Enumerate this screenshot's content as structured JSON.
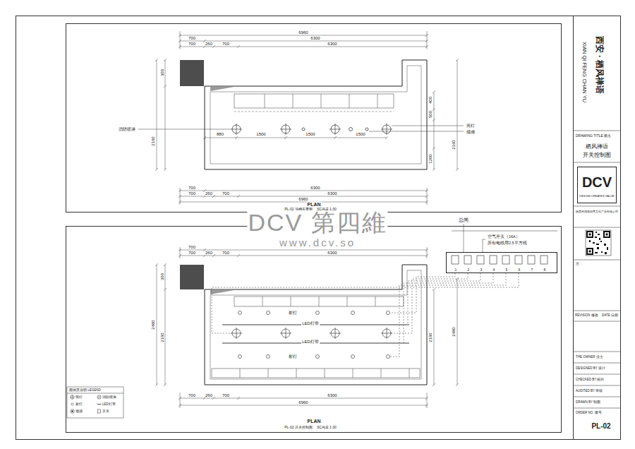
{
  "diagram": {
    "nodes": [
      {
        "text": [
          "XIAN QI FENG CHAN YU",
          "西安 · 栖风禅语"
        ]
      },
      {
        "text": [
          "DRAWING TITLE 图名",
          "栖风禅语",
          "开关控制图"
        ]
      },
      {
        "text": [
          "DCV",
          "DESIGN CREATES VALUE"
        ]
      },
      {
        "text": [
          "1",
          "2",
          "3",
          "4",
          "5",
          "6",
          "7",
          "8"
        ]
      },
      {
        "text": [
          "ORDER NO. 图号",
          "PL-02"
        ]
      }
    ],
    "labels": [
      "6960",
      "700",
      "6300",
      "700",
      "260",
      "700",
      "6300",
      "300",
      "2160",
      "消防喷淋",
      "880",
      "1500",
      "1500",
      "1500",
      "400",
      "500",
      "1200",
      "2160",
      "筒灯",
      "烟感",
      "700",
      "6300",
      "700",
      "260",
      "700",
      "6300",
      "6960",
      "PLAN",
      "PL-02 顶棚布置图",
      "SCALE 1:30",
      "DCV 第四維",
      "www.dcv.so",
      "700",
      "700",
      "260",
      "700",
      "6300",
      "300",
      "2480",
      "2160",
      "2160",
      "2480",
      "射灯",
      "LED灯带",
      "LED灯带",
      "射灯",
      "700",
      "260",
      "700",
      "6300",
      "6960",
      "PLAN",
      "PL-02 开关控制图",
      "SCALE 1:30",
      "总闸",
      "空气开关（16A）",
      "所有电线用2.5平方线",
      "陕西第四维创意文化产业有限公司",
      "注：",
      "REVISION 修改",
      "DATE 日期",
      "THE OWNER 业主",
      "DESIGNED BY 设计",
      "CHECKED BY 校对",
      "AUDITED BY 审核",
      "DRAWN BY 制图",
      "图例及说明 LEGEND"
    ],
    "legend": [
      {
        "text": "筒灯"
      },
      {
        "text": "射灯"
      },
      {
        "text": "烟感"
      },
      {
        "text": "消防喷淋"
      },
      {
        "text": "LED灯带"
      },
      {
        "text": "开关"
      }
    ]
  }
}
